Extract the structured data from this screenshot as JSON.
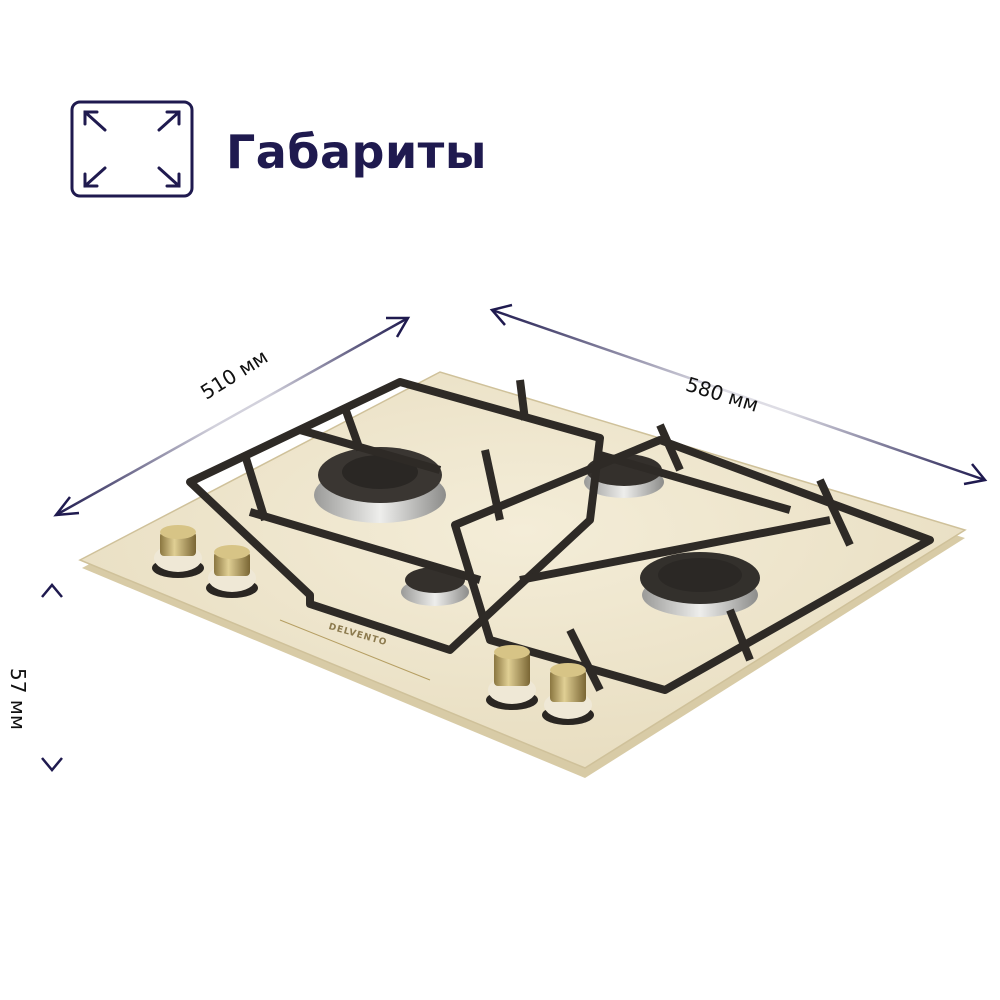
{
  "header": {
    "title": "Габариты",
    "icon": "expand-arrows-icon"
  },
  "dimensions": {
    "depth": "510 мм",
    "width": "580 мм",
    "height": "57 мм"
  },
  "product": {
    "brand": "DELVENTO",
    "burners": 4,
    "knobs": 4
  },
  "colors": {
    "accent": "#1f1a4f",
    "panel": "#ece3c9",
    "grate": "#2e2a26",
    "knob_brass": "#b8a46a"
  }
}
